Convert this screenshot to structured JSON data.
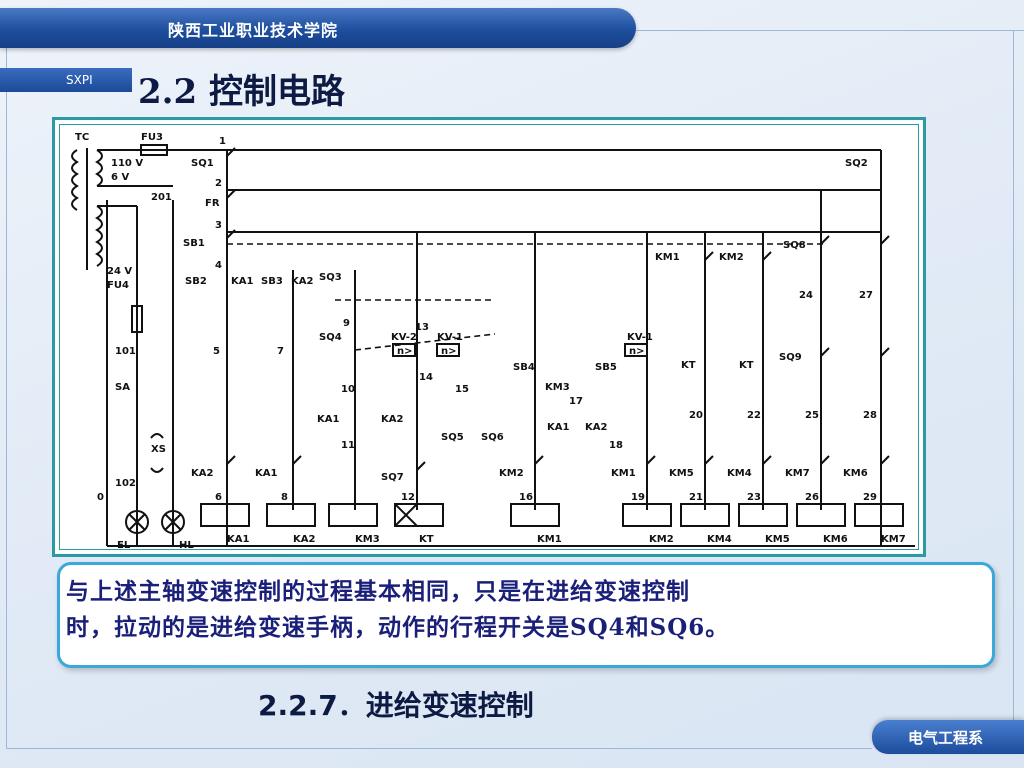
{
  "header": {
    "institution": "陕西工业职业技术学院",
    "abbrev": "SXPI",
    "section_title": "2.2  控制电路"
  },
  "diagram": {
    "labels": {
      "tc": "TC",
      "fu3": "FU3",
      "v110": "110 V",
      "v6": "6 V",
      "n201": "201",
      "v24": "24 V",
      "fu4": "FU4",
      "n101": "101",
      "sa": "SA",
      "xs": "XS",
      "n102": "102",
      "n0": "0",
      "el": "EL",
      "hl": "HL",
      "n1": "1",
      "n2": "2",
      "n3": "3",
      "n4": "4",
      "n5": "5",
      "n6": "6",
      "n7": "7",
      "n8": "8",
      "n9": "9",
      "n10": "10",
      "n11": "11",
      "n12": "12",
      "n13": "13",
      "n14": "14",
      "n15": "15",
      "n16": "16",
      "n17": "17",
      "n18": "18",
      "n19": "19",
      "n20": "20",
      "n21": "21",
      "n22": "22",
      "n23": "23",
      "n24": "24",
      "n25": "25",
      "n26": "26",
      "n27": "27",
      "n28": "28",
      "n29": "29",
      "sq1": "SQ1",
      "sq2": "SQ2",
      "fr": "FR",
      "sb1": "SB1",
      "sb2": "SB2",
      "ka1_top": "KA1",
      "sb3": "SB3",
      "ka2_top": "KA2",
      "sq3": "SQ3",
      "sq4": "SQ4",
      "kv2": "KV-2",
      "kv1a": "KV-1",
      "kv1b": "KV-1",
      "nrel1": "n>",
      "nrel2": "n>",
      "nrel3": "n>",
      "sb4": "SB4",
      "km3": "KM3",
      "sb5": "SB5",
      "ka1_mid": "KA1",
      "ka2_mid": "KA2",
      "sq5": "SQ5",
      "sq6": "SQ6",
      "ka1_v": "KA1",
      "ka2_v": "KA2",
      "km1_top": "KM1",
      "km2_top": "KM2",
      "sq8": "SQ8",
      "sq9": "SQ9",
      "kt1": "KT",
      "kt2": "KT",
      "sq7": "SQ7",
      "ka2_low": "KA2",
      "ka1_low": "KA1",
      "km2_low": "KM2",
      "km1_low": "KM1",
      "km5_low": "KM5",
      "km4_low": "KM4",
      "km7_low": "KM7",
      "km6_low": "KM6",
      "coil_ka1": "KA1",
      "coil_ka2": "KA2",
      "coil_km3": "KM3",
      "coil_kt": "KT",
      "coil_km1": "KM1",
      "coil_km2": "KM2",
      "coil_km4": "KM4",
      "coil_km5": "KM5",
      "coil_km6": "KM6",
      "coil_km7": "KM7"
    }
  },
  "note": {
    "line1": "与上述主轴变速控制的过程基本相同，只是在进给变速控制",
    "line2": "时，拉动的是进给变速手柄，动作的行程开关是SQ4和SQ6。"
  },
  "subsection_title": "2.2.7．进给变速控制",
  "footer": {
    "department": "电气工程系"
  },
  "colors": {
    "banner_blue": "#1d4f9e",
    "diagram_border": "#2a9aa5",
    "note_border": "#3aa8d8",
    "note_text": "#1a1f7a"
  }
}
